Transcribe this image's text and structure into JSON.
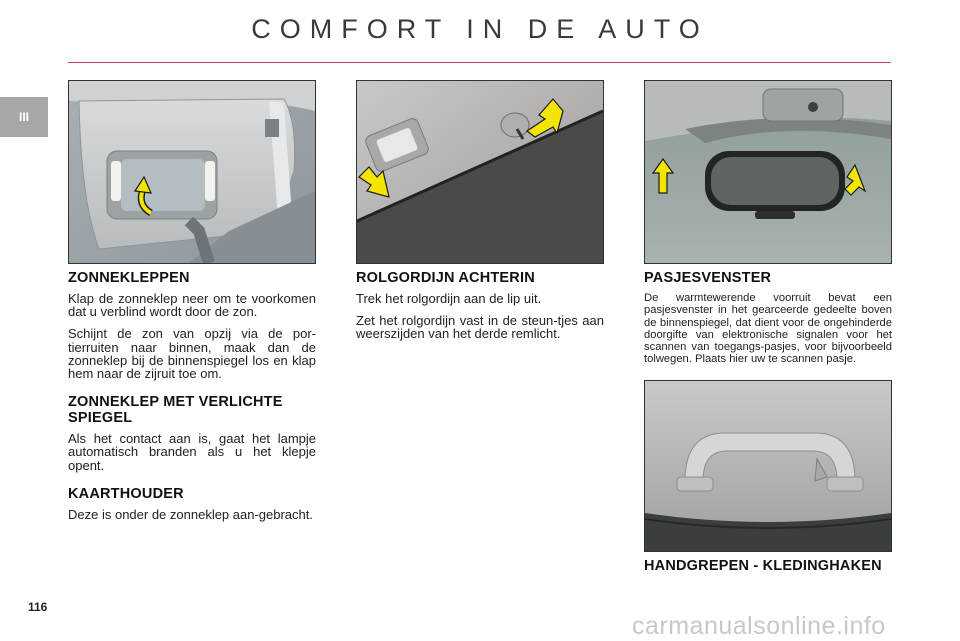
{
  "page": {
    "title": "COMFORT IN DE AUTO",
    "chapter_tab": "III",
    "page_number": "116",
    "watermark": "carmanualsonline.info"
  },
  "col1": {
    "sections": [
      {
        "heading": "ZONNEKLEPPEN",
        "paragraphs": [
          "Klap de zonneklep neer om te voorkomen dat u verblind wordt door de zon.",
          "Schijnt de zon van opzij via de por-tierruiten naar binnen, maak dan de zonneklep bij de binnenspiegel los en klap hem naar de zijruit toe om."
        ]
      },
      {
        "heading": "ZONNEKLEP MET VERLICHTE SPIEGEL",
        "paragraphs": [
          "Als het contact aan is, gaat het lampje automatisch branden als u het klepje opent."
        ]
      },
      {
        "heading": "KAARTHOUDER",
        "paragraphs": [
          "Deze is onder de zonneklep aan-gebracht."
        ]
      }
    ]
  },
  "col2": {
    "sections": [
      {
        "heading": "ROLGORDIJN ACHTERIN",
        "paragraphs": [
          "Trek het rolgordijn aan de lip uit.",
          "Zet het rolgordijn vast in de steun-tjes aan weerszijden van het derde remlicht."
        ]
      }
    ]
  },
  "col3": {
    "sections": [
      {
        "heading": "PASJESVENSTER",
        "paragraphs": [
          "De warmtewerende voorruit bevat een pasjesvenster in het gearceerde gedeelte boven de binnenspiegel, dat dient voor de ongehinderde doorgifte van elektronische signalen voor het scannen van toegangs-pasjes, voor bijvoorbeeld tolwegen. Plaats hier uw te scannen pasje."
        ]
      },
      {
        "heading": "HANDGREPEN - KLEDINGHAKEN",
        "paragraphs": []
      }
    ]
  },
  "colors": {
    "accent_rule": "#c23b5a",
    "arrow": "#f4e500",
    "tab_bg": "#a7a7a7"
  },
  "images": [
    "sun-visor-photo",
    "rear-blind-photo",
    "windscreen-mirror-photo",
    "grab-handle-photo"
  ]
}
